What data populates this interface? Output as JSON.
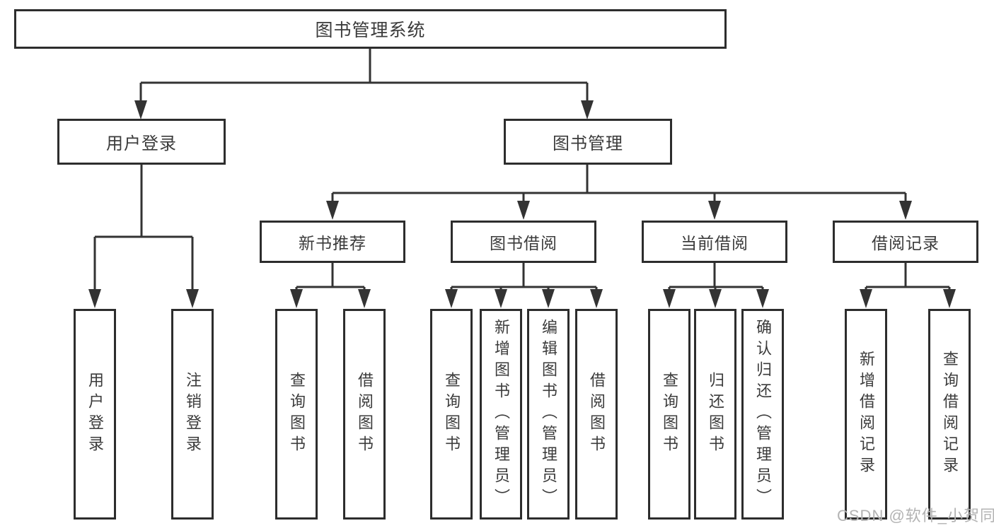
{
  "colors": {
    "background": "#ffffff",
    "box_border": "#2d2d2d",
    "connector_line": "#333333",
    "text": "#3b3b3b",
    "watermark": "#b3b3b3"
  },
  "watermark": {
    "text": "CSDN @软件_小贺同学"
  },
  "tree": {
    "root": {
      "label": "图书管理系统"
    },
    "branches": [
      {
        "label": "用户登录",
        "children": [
          {
            "label": "用户登录"
          },
          {
            "label": "注销登录"
          }
        ]
      },
      {
        "label": "图书管理",
        "children": [
          {
            "label": "新书推荐",
            "children": [
              {
                "label": "查询图书"
              },
              {
                "label": "借阅图书"
              }
            ]
          },
          {
            "label": "图书借阅",
            "children": [
              {
                "label": "查询图书"
              },
              {
                "label": "新增图书（管理员）"
              },
              {
                "label": "编辑图书（管理员）"
              },
              {
                "label": "借阅图书"
              }
            ]
          },
          {
            "label": "当前借阅",
            "children": [
              {
                "label": "查询图书"
              },
              {
                "label": "归还图书"
              },
              {
                "label": "确认归还（管理员）"
              }
            ]
          },
          {
            "label": "借阅记录",
            "children": [
              {
                "label": "新增借阅记录"
              },
              {
                "label": "查询借阅记录"
              }
            ]
          }
        ]
      }
    ]
  }
}
